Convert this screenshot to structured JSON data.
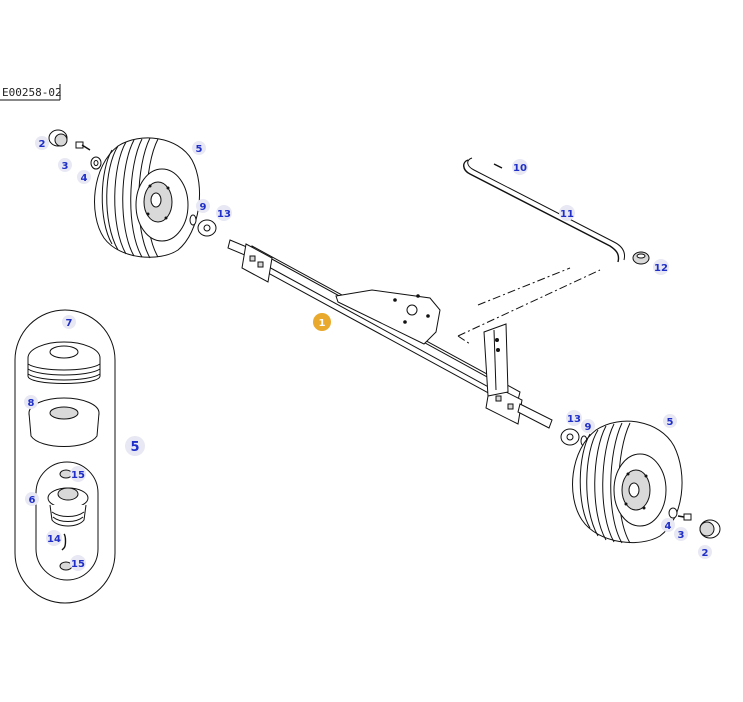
{
  "diagram": {
    "reference_code": "E00258-02",
    "highlight_color": "#e8a92c",
    "callout_color": "#1f2fc8",
    "badge_color": "#e8e8f4",
    "main_callout": "1",
    "callouts": {
      "c2a": "2",
      "c3a": "3",
      "c4a": "4",
      "c5a": "5",
      "c9a": "9",
      "c13a": "13",
      "c10": "10",
      "c11": "11",
      "c12": "12",
      "c13b": "13",
      "c9b": "9",
      "c5b": "5",
      "c4b": "4",
      "c3b": "3",
      "c2b": "2"
    },
    "detail": {
      "label": "5",
      "c7": "7",
      "c8": "8",
      "c6": "6",
      "c14": "14",
      "c15a": "15",
      "c15b": "15"
    }
  }
}
